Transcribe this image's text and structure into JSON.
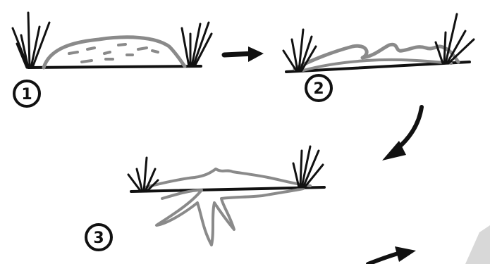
{
  "steps": [
    {
      "label": "1"
    },
    {
      "label": "2"
    },
    {
      "label": "3"
    }
  ],
  "colors": {
    "ink": "#111111",
    "soil_outline": "#8a8a8a",
    "background": "#ffffff"
  },
  "icons": [
    "grass-tuft",
    "arrow-right",
    "arrow-down-left",
    "arrow-partial"
  ]
}
